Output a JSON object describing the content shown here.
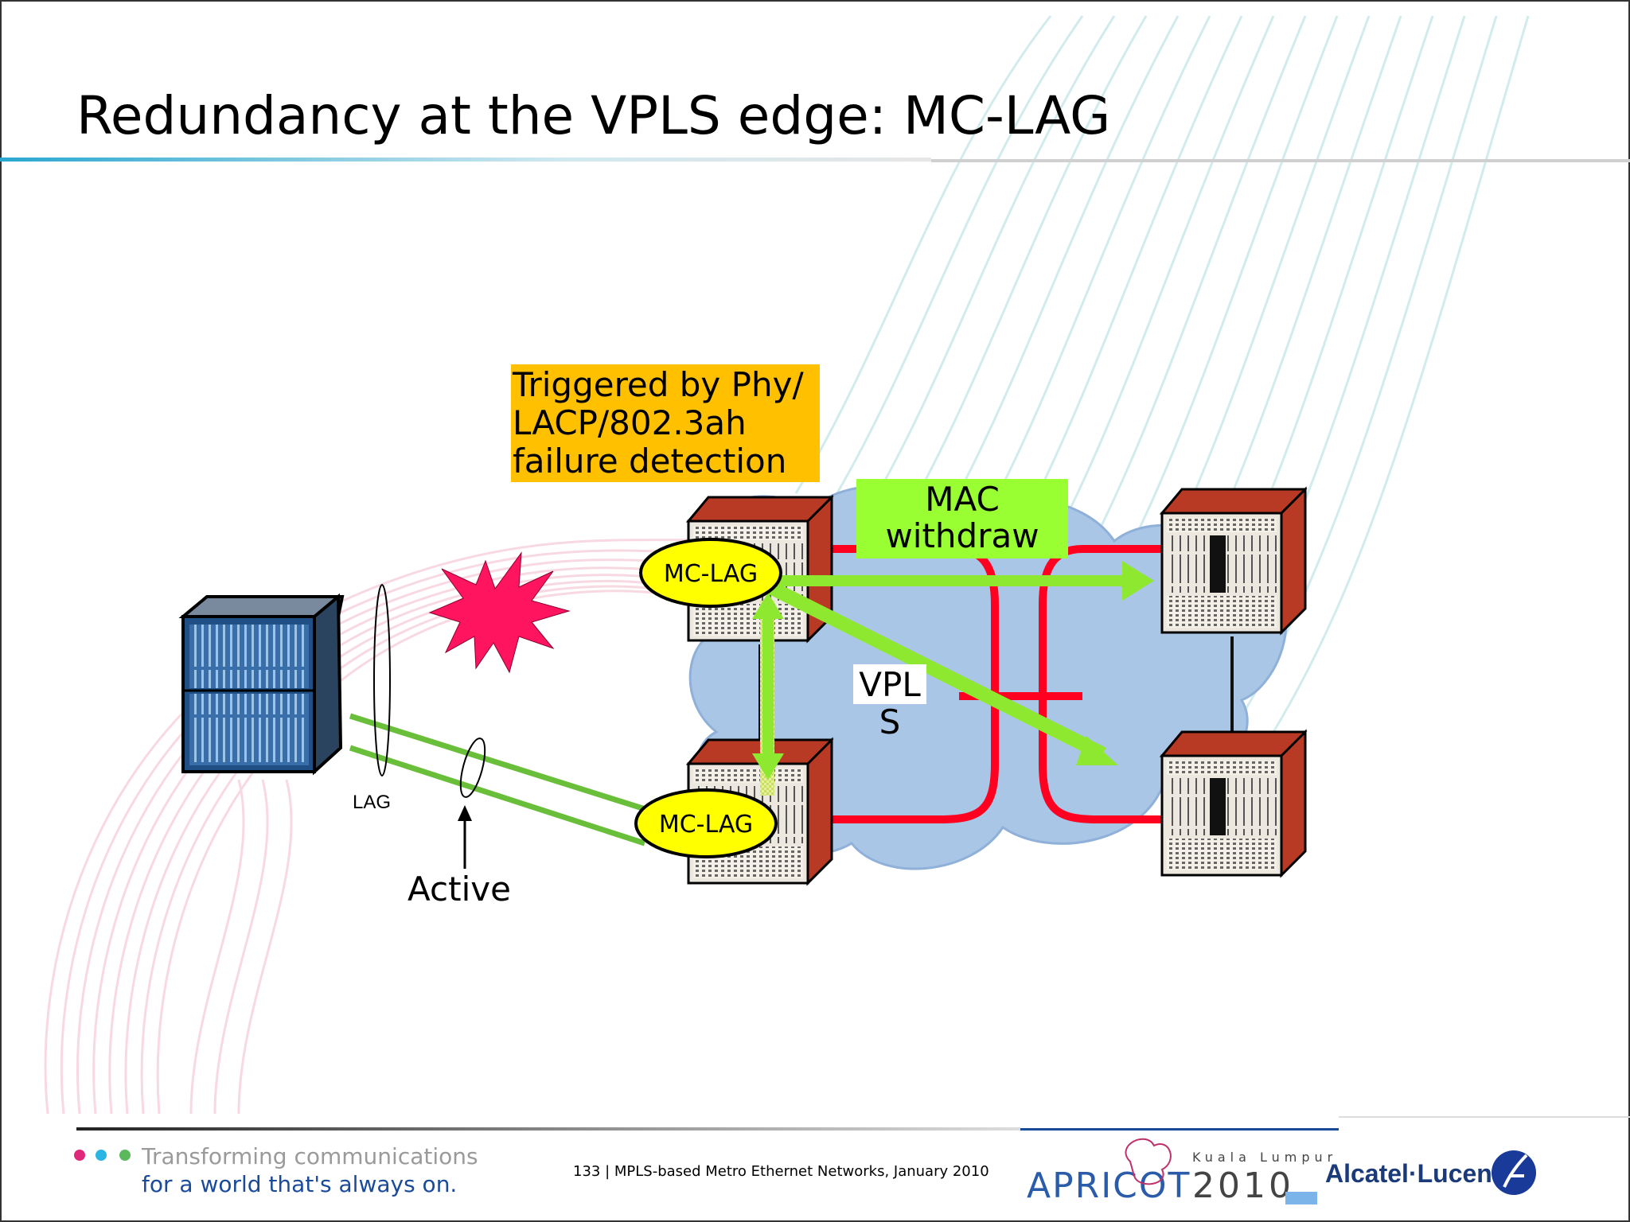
{
  "slide": {
    "title": "Redundancy at the VPLS edge: MC-LAG",
    "footer_text": "133 | MPLS-based Metro Ethernet Networks, January 2010"
  },
  "diagram": {
    "trigger_box": [
      "Triggered by Phy/",
      "LACP/802.3ah",
      "failure detection"
    ],
    "mac_withdraw": [
      "MAC",
      "withdraw"
    ],
    "vpls_label": [
      "VPL",
      "S"
    ],
    "mc_lag_top": "MC-LAG",
    "mc_lag_bottom": "MC-LAG",
    "lag_label": "LAG",
    "active_label": "Active"
  },
  "branding": {
    "tagline": [
      "Transforming communications",
      "for a world that's always on."
    ],
    "apricot_city": "Kuala Lumpur",
    "apricot_word": "APRICOT",
    "apricot_year": "2010",
    "company": "Alcatel·Lucent"
  },
  "colors": {
    "title_rule": "#2aa7d0",
    "trigger_fill": "#ffc000",
    "mac_fill": "#99ff33",
    "green_arrow": "#8fe830",
    "pseudowire": "#ff0020",
    "cloud": "#aac6e6",
    "mc_lag_fill": "#ffff00",
    "burst": "#ff1460",
    "access_link": "#6abf3a"
  }
}
